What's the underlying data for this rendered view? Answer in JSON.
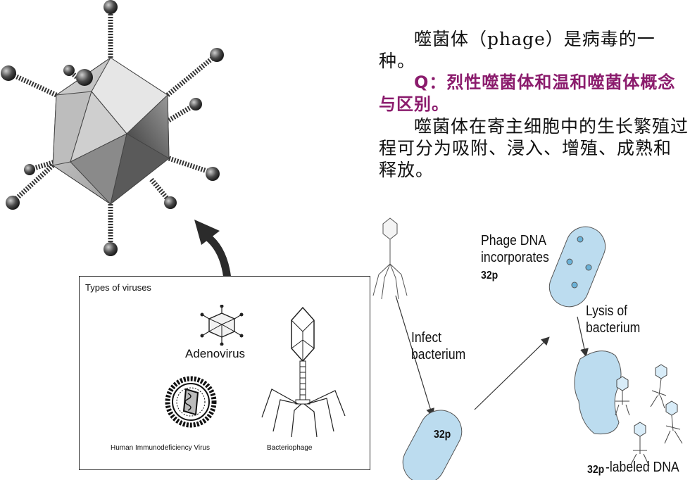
{
  "text": {
    "para1": "噬菌体（phage）是病毒的一种。",
    "question": "Q：烈性噬菌体和温和噬菌体概念与区别。",
    "para2": "噬菌体在寄主细胞中的生长繁殖过程可分为吸附、浸入、增殖、成熟和释放。"
  },
  "viruses_panel": {
    "title": "Types of viruses",
    "adenovirus": "Adenovirus",
    "hiv": "Human Immunodeficiency Virus",
    "bacteriophage": "Bacteriophage"
  },
  "process_diagram": {
    "phage_dna": "Phage DNA\nincorporates",
    "phage_dna_marker": "32p",
    "infect": "Infect\nbacterium",
    "bacterium_marker": "32p",
    "lysis": "Lysis of\nbacterium",
    "labeled_marker": "32p",
    "labeled_dna": "-labeled DNA"
  },
  "colors": {
    "question_text": "#8b1c6d",
    "bacterium_fill": "#bcdcef"
  }
}
